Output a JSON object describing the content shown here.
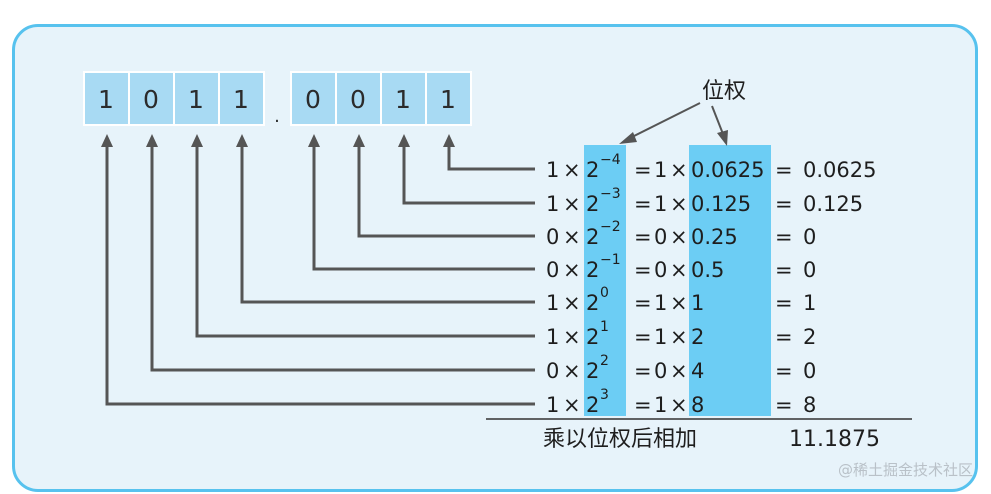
{
  "bits_integer": [
    "1",
    "0",
    "1",
    "1"
  ],
  "radix_point": ".",
  "bits_fraction": [
    "0",
    "0",
    "1",
    "1"
  ],
  "weight_label": "位权",
  "rows": [
    {
      "digit": "1",
      "times": "×",
      "base": "2",
      "exp": "−4",
      "eq": "=",
      "digit2": "1",
      "times2": "×",
      "weight": "0.0625",
      "eq2": "=",
      "result": "0.0625"
    },
    {
      "digit": "1",
      "times": "×",
      "base": "2",
      "exp": "−3",
      "eq": "=",
      "digit2": "1",
      "times2": "×",
      "weight": "0.125",
      "eq2": "=",
      "result": "0.125"
    },
    {
      "digit": "0",
      "times": "×",
      "base": "2",
      "exp": "−2",
      "eq": "=",
      "digit2": "0",
      "times2": "×",
      "weight": "0.25",
      "eq2": "=",
      "result": "0"
    },
    {
      "digit": "0",
      "times": "×",
      "base": "2",
      "exp": "−1",
      "eq": "=",
      "digit2": "0",
      "times2": "×",
      "weight": "0.5",
      "eq2": "=",
      "result": "0"
    },
    {
      "digit": "1",
      "times": "×",
      "base": "2",
      "exp": "0",
      "eq": "=",
      "digit2": "1",
      "times2": "×",
      "weight": "1",
      "eq2": "=",
      "result": "1"
    },
    {
      "digit": "1",
      "times": "×",
      "base": "2",
      "exp": "1",
      "eq": "=",
      "digit2": "1",
      "times2": "×",
      "weight": "2",
      "eq2": "=",
      "result": "2"
    },
    {
      "digit": "0",
      "times": "×",
      "base": "2",
      "exp": "2",
      "eq": "=",
      "digit2": "0",
      "times2": "×",
      "weight": "4",
      "eq2": "=",
      "result": "0"
    },
    {
      "digit": "1",
      "times": "×",
      "base": "2",
      "exp": "3",
      "eq": "=",
      "digit2": "1",
      "times2": "×",
      "weight": "8",
      "eq2": "=",
      "result": "8"
    }
  ],
  "sum_label": "乘以位权后相加",
  "sum_value": "11.1875",
  "watermark": "@稀土掘金技术社区",
  "colors": {
    "frame_border": "#57c2ee",
    "frame_bg": "#e7f3fa",
    "bit_box": "#a8daf3",
    "highlight_column": "#6ccdf4",
    "arrow": "#555555"
  }
}
